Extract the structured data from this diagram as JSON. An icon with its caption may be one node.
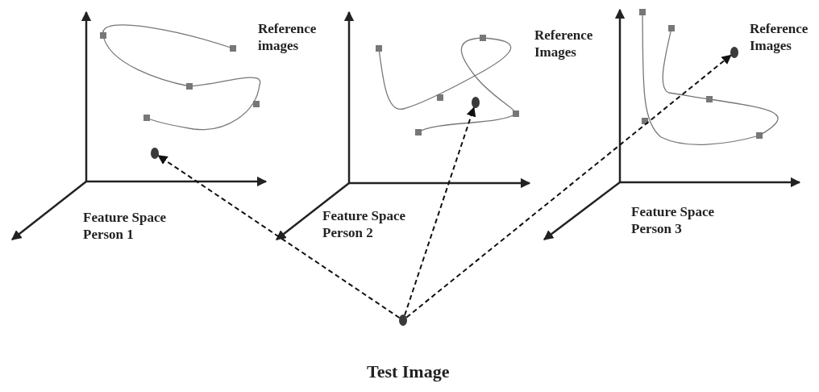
{
  "diagram": {
    "nodes": [
      {
        "text": [],
        "shape": "circle"
      },
      {
        "text": [],
        "shape": "circle"
      },
      {
        "text": [],
        "shape": "circle"
      },
      {
        "text": [],
        "shape": "circle",
        "beside": [
          "Test Image"
        ]
      }
    ],
    "edges": [
      {
        "from": 3,
        "to": 0,
        "arrow": "to",
        "style": "dashed"
      },
      {
        "from": 3,
        "to": 1,
        "arrow": "to",
        "style": "dashed"
      },
      {
        "from": 3,
        "to": 2,
        "arrow": "to",
        "style": "dashed"
      }
    ],
    "labels": [
      "Reference images",
      "Reference Images",
      "Reference Images",
      "Feature Space Person 1",
      "Feature Space Person 2",
      "Feature Space Person 3"
    ]
  }
}
